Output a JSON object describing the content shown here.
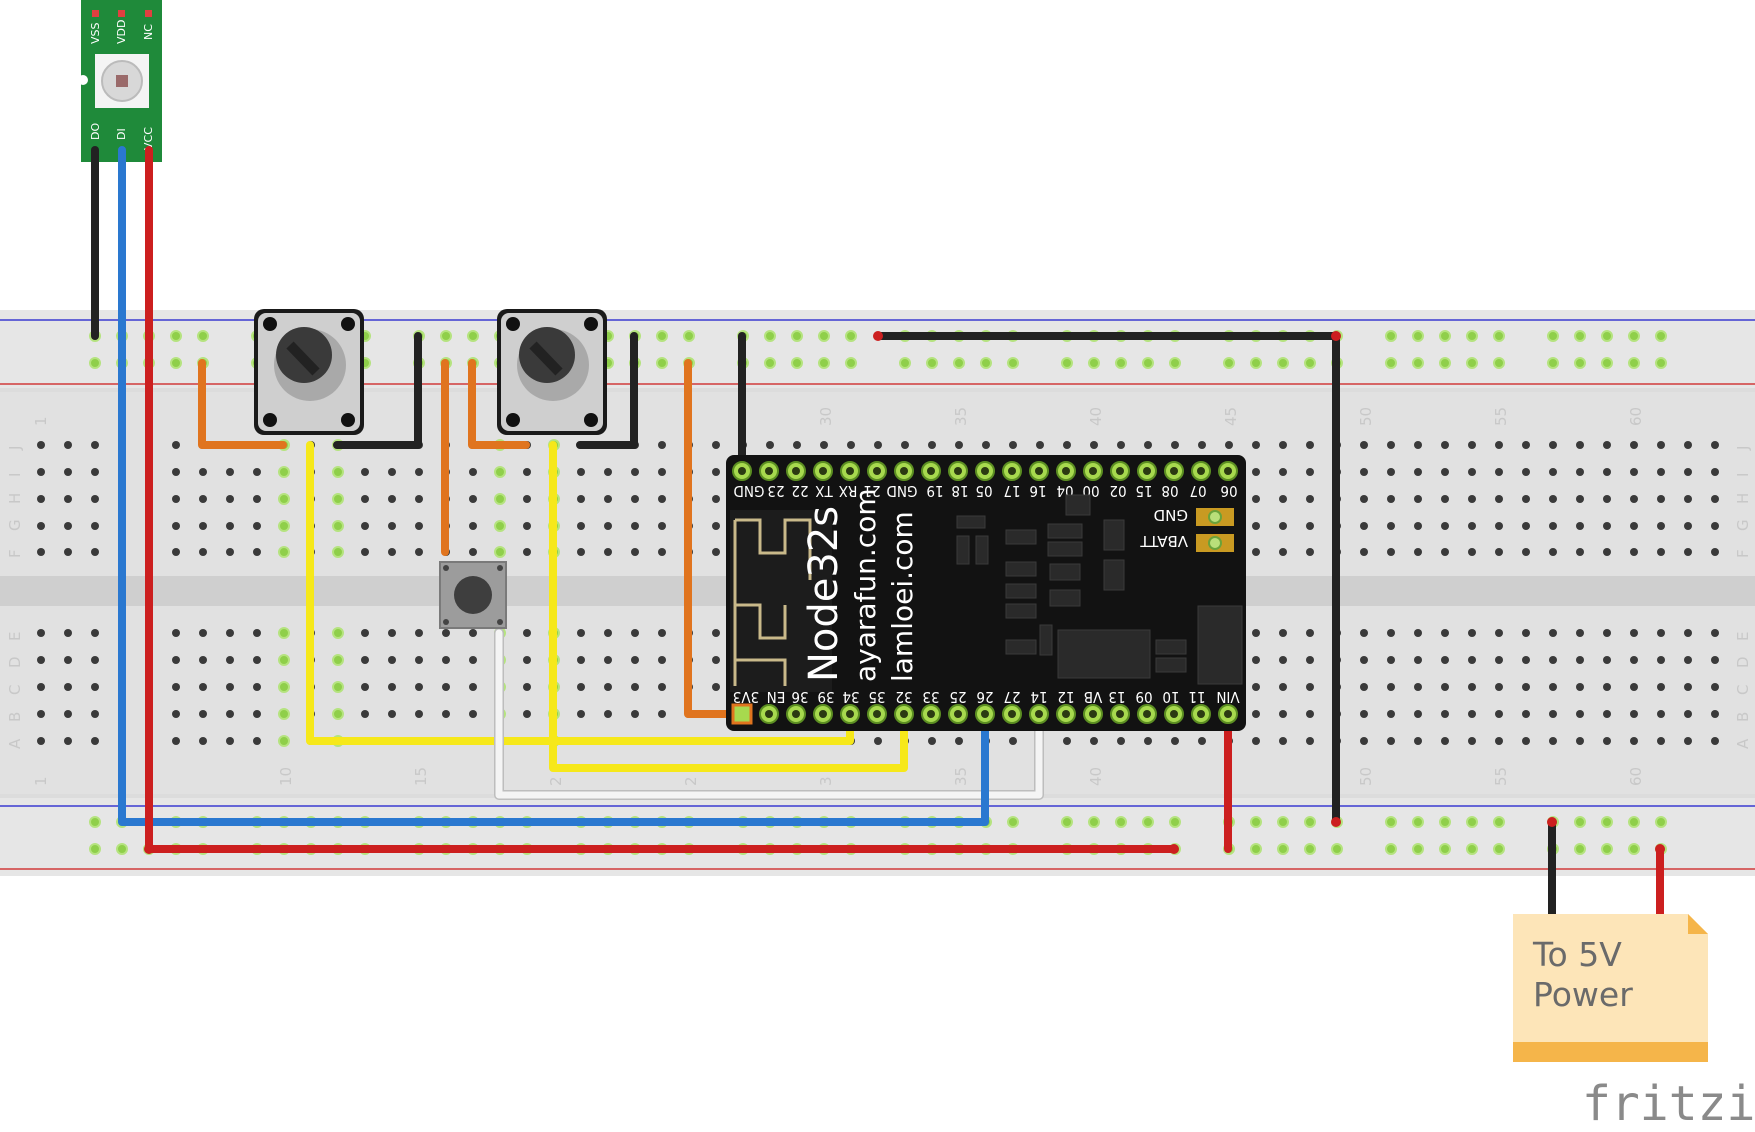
{
  "led_module": {
    "top_pins": [
      "VSS",
      "VDD",
      "NC"
    ],
    "bottom_pins": [
      "DO",
      "DI",
      "VCC"
    ]
  },
  "breadboard": {
    "column_numbers_top": [
      "1",
      "30",
      "35",
      "40",
      "45",
      "50",
      "55",
      "60"
    ],
    "column_numbers_bottom": [
      "1",
      "10",
      "15",
      "2",
      "2",
      "3",
      "35",
      "40",
      "50",
      "55",
      "60"
    ],
    "row_letters_upper": [
      "J",
      "I",
      "H",
      "G",
      "F"
    ],
    "row_letters_lower": [
      "E",
      "D",
      "C",
      "B",
      "A"
    ]
  },
  "mcu": {
    "name": "Node32s",
    "url1": "ayarafun.com",
    "url2": "lamloei.com",
    "top_pins": [
      "GND",
      "23",
      "22",
      "TX",
      "RX",
      "21",
      "GND",
      "19",
      "18",
      "05",
      "17",
      "16",
      "04",
      "00",
      "02",
      "15",
      "08",
      "07",
      "06"
    ],
    "bottom_pins": [
      "3V3",
      "EN",
      "36",
      "39",
      "34",
      "35",
      "32",
      "33",
      "25",
      "26",
      "27",
      "14",
      "12",
      "VB",
      "13",
      "09",
      "10",
      "11",
      "VIN"
    ],
    "side_labels": [
      "GND",
      "VBATT"
    ]
  },
  "note": {
    "line1": "To 5V",
    "line2": "Power"
  },
  "brand": "fritzing",
  "colors": {
    "wire_red": "#cc1f1f",
    "wire_black": "#2a2a2a",
    "wire_blue": "#2a78d0",
    "wire_orange": "#e0741e",
    "wire_yellow": "#f6e81a",
    "wire_white": "#f2f2f2",
    "board": "#121212",
    "led_pcb": "#1f8a3a",
    "note": "#fde5b8"
  }
}
